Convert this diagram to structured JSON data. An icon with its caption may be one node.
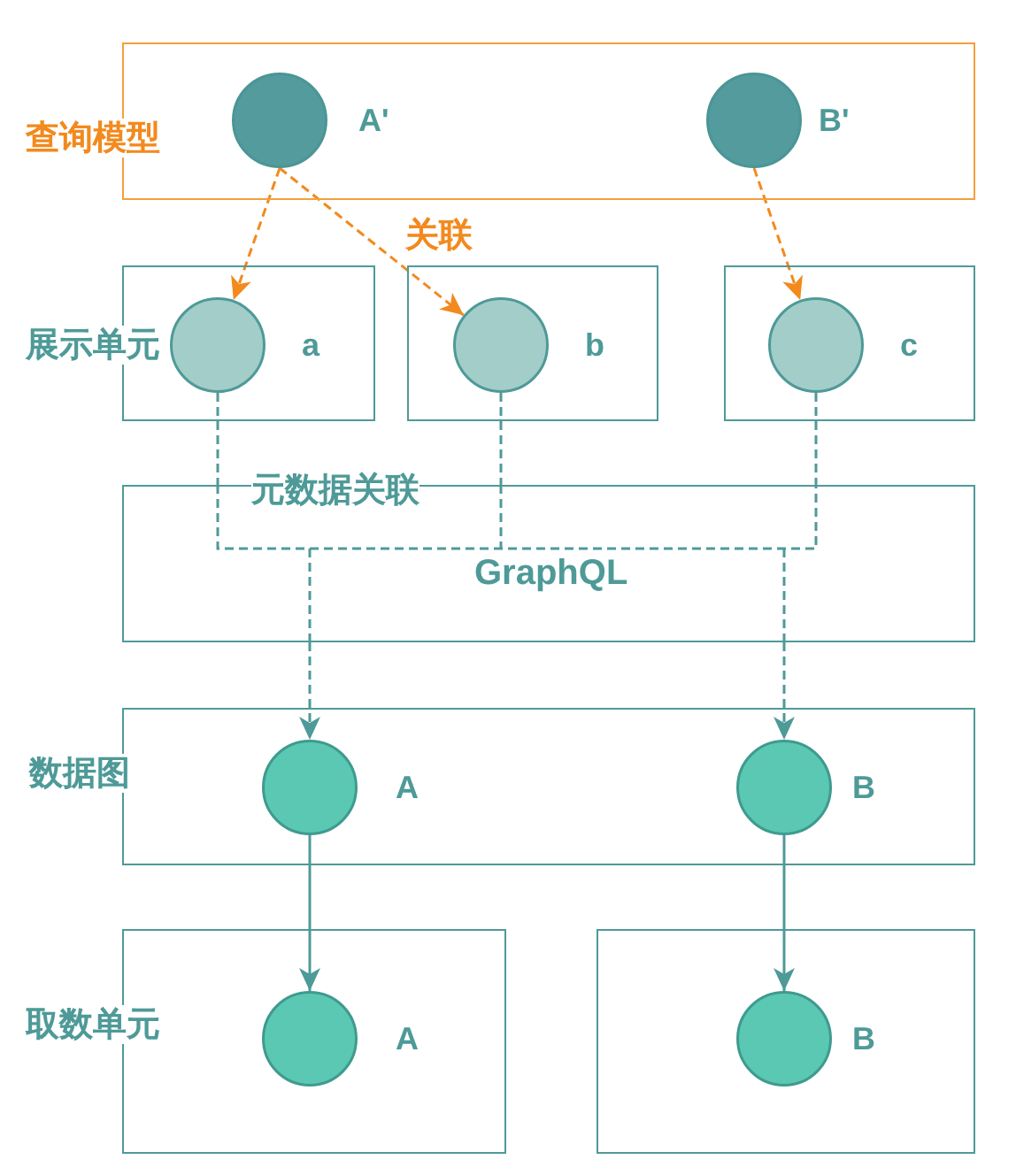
{
  "diagram": {
    "nodes": [
      {
        "text": [
          "查询模型"
        ]
      },
      {
        "text": [],
        "shape": "circle",
        "in": 0,
        "beside": [
          "A'"
        ]
      },
      {
        "text": [],
        "shape": "circle",
        "in": 0,
        "beside": [
          "B'"
        ]
      },
      {
        "text": [
          "展示单元"
        ]
      },
      {
        "text": [],
        "shape": "circle",
        "in": 3,
        "beside": [
          "a"
        ]
      },
      {
        "text": [],
        "shape": "box"
      },
      {
        "text": [],
        "shape": "circle",
        "in": 5,
        "beside": [
          "b"
        ]
      },
      {
        "text": [],
        "shape": "box"
      },
      {
        "text": [],
        "shape": "circle",
        "in": 7,
        "beside": [
          "c"
        ]
      },
      {
        "text": [
          "GraphQL"
        ]
      },
      {
        "text": [
          "数据图"
        ]
      },
      {
        "text": [],
        "shape": "circle",
        "in": 10,
        "beside": [
          "A"
        ]
      },
      {
        "text": [],
        "shape": "circle",
        "in": 10,
        "beside": [
          "B"
        ]
      },
      {
        "text": [
          "取数单元"
        ]
      },
      {
        "text": [],
        "shape": "circle",
        "in": 13,
        "beside": [
          "A"
        ]
      },
      {
        "text": [],
        "shape": "box"
      },
      {
        "text": [],
        "shape": "circle",
        "in": 15,
        "beside": [
          "B"
        ]
      }
    ],
    "edges": [
      {
        "from": 1,
        "to": 4,
        "arrow": "to",
        "style": "dashed",
        "color": "#f28a1e"
      },
      {
        "from": 1,
        "to": 6,
        "arrow": "to",
        "style": "dashed",
        "color": "#f28a1e"
      },
      {
        "from": 2,
        "to": 8,
        "arrow": "to",
        "style": "dashed",
        "color": "#f28a1e"
      },
      {
        "from": 4,
        "to": 9,
        "arrow": "none",
        "style": "dashed"
      },
      {
        "from": 6,
        "to": 9,
        "arrow": "none",
        "style": "dashed"
      },
      {
        "from": 8,
        "to": 9,
        "arrow": "none",
        "style": "dashed"
      },
      {
        "from": 9,
        "to": 11,
        "arrow": "to",
        "style": "dashed"
      },
      {
        "from": 9,
        "to": 12,
        "arrow": "to",
        "style": "dashed"
      },
      {
        "from": 11,
        "to": 14,
        "arrow": "to"
      },
      {
        "from": 12,
        "to": 16,
        "arrow": "to"
      }
    ],
    "labels": [
      "关联",
      "元数据关联"
    ]
  }
}
